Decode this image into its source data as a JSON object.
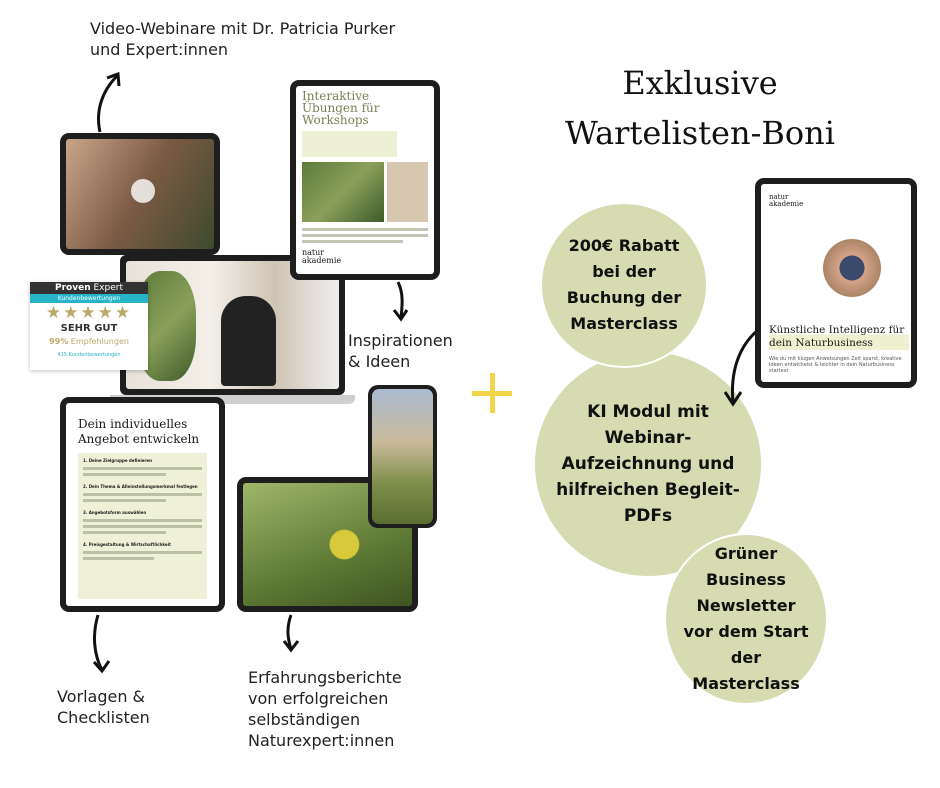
{
  "labels": {
    "video": "Video-Webinare mit Dr. Patricia Purker und Expert:innen",
    "inspiration": "Inspirationen & Ideen",
    "templates": "Vorlagen & Checklisten",
    "testimonials": "Erfahrungsberichte von erfolgreichen selbständigen Naturexpert:innen"
  },
  "title": {
    "line1": "Exklusive",
    "line2": "Wartelisten-Boni"
  },
  "badge": {
    "brand_a": "Proven",
    "brand_b": "Expert",
    "subtitle": "Kundenbewertungen",
    "stars": "★★★★★",
    "rating": "SEHR GUT",
    "percent": "99%",
    "recommend": "Empfehlungen",
    "count": "415 Kundenbewertungen"
  },
  "workshop": {
    "title": "Interaktive Übungen für Workshops",
    "logo_a": "natur",
    "logo_b": "akademie"
  },
  "doc": {
    "title": "Dein individuelles Angebot entwickeln",
    "sections": [
      "1. Deine Zielgruppe definieren",
      "2. Dein Thema & Alleinstellungsmerkmal festlegen",
      "3. Angebotsform auswählen",
      "4. Preisgestaltung & Wirtschaftlichkeit"
    ]
  },
  "ki": {
    "logo_a": "natur",
    "logo_b": "akademie",
    "title": "Künstliche Intelligenz für dein Naturbusiness",
    "subtitle": "Wie du mit klugen Anweisungen Zeit sparst, kreative Ideen entwickelst & leichter in dein Naturbusiness startest"
  },
  "bonuses": [
    {
      "text": "200€ Rabatt bei der Buchung der Masterclass"
    },
    {
      "text": "KI Modul mit Webinar-Aufzeichnung und hilfreichen Begleit-PDFs"
    },
    {
      "text": "Grüner Business Newsletter vor dem Start der Masterclass"
    }
  ],
  "colors": {
    "circle": "#d7dbb1",
    "plus": "#f2d548",
    "badge_bar": "#27b4c8"
  }
}
